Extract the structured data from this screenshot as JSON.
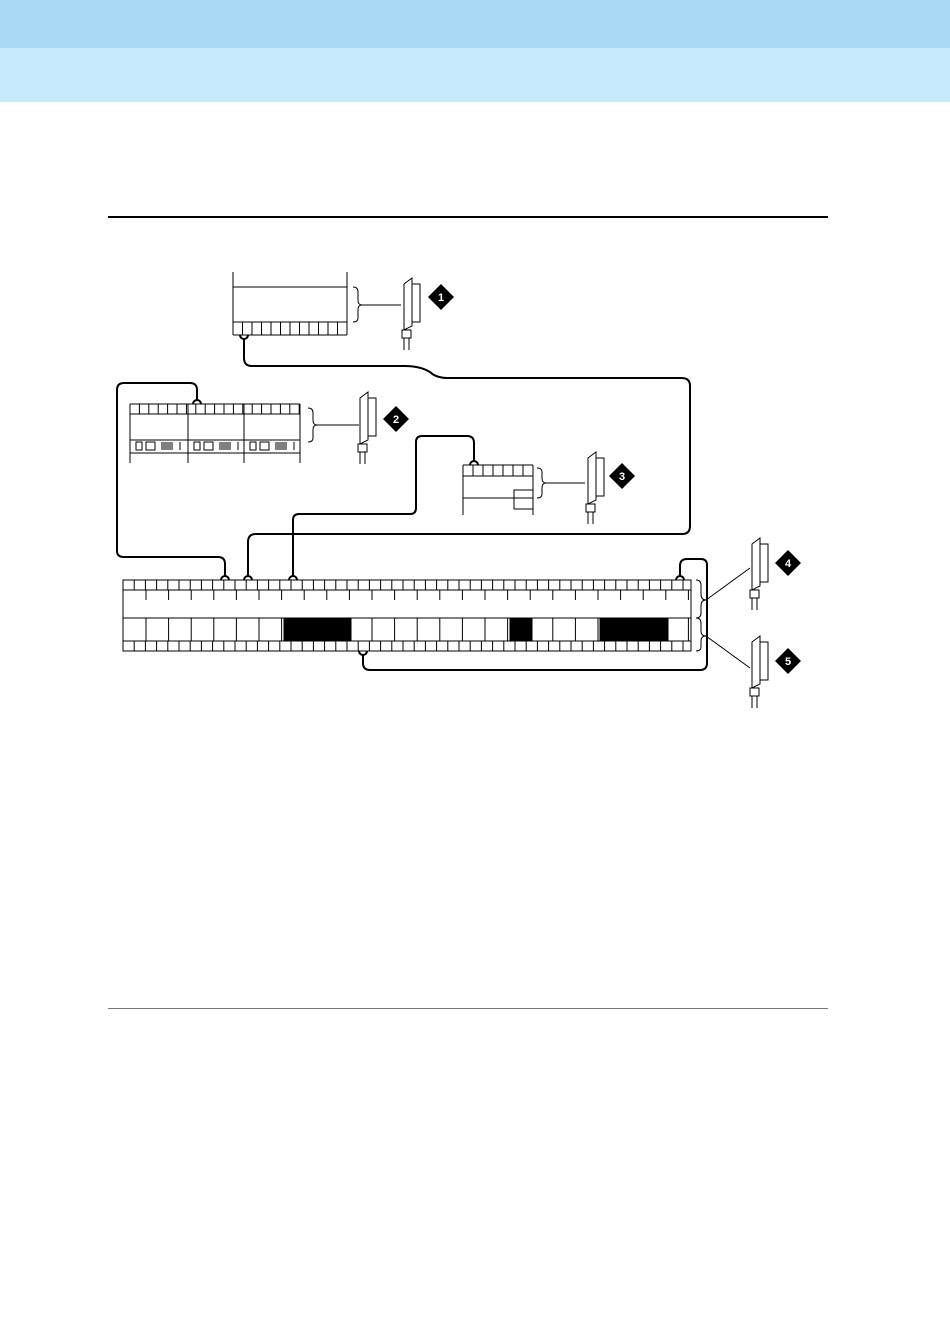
{
  "header": {
    "band_top_color": "#a9d9f4",
    "band_bottom_color": "#c6e9fb"
  },
  "diagram": {
    "callouts": [
      "1",
      "2",
      "3",
      "4",
      "5"
    ],
    "callout_color": "#000000"
  }
}
